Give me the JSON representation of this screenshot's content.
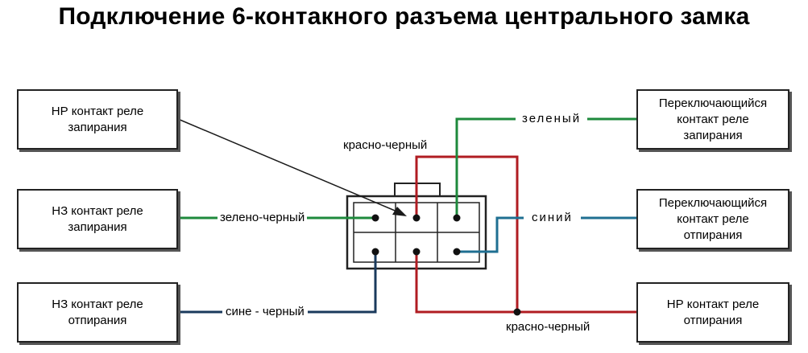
{
  "title": "Подключение 6-контакного разъема центрального замка",
  "boxes": {
    "left_top": "НР контакт реле\nзапирания",
    "left_mid": "НЗ контакт реле\nзапирания",
    "left_bot": "НЗ контакт реле\nотпирания",
    "right_top": "Переключающийся\nконтакт реле\nзапирания",
    "right_mid": "Переключающийся\nконтакт реле\nотпирания",
    "right_bot": "НР контакт реле\nотпирания"
  },
  "wires": {
    "red_black_top": "красно-черный",
    "green": "зеленый",
    "green_black": "зелено-черный",
    "blue": "синий",
    "blue_black": "сине - черный",
    "red_black_bottom": "красно-черный"
  },
  "colors": {
    "red": "#b01c22",
    "green": "#1e8a3c",
    "blue": "#1f6f92",
    "dark_blue": "#1a3a5c",
    "black": "#1a1a1a"
  }
}
